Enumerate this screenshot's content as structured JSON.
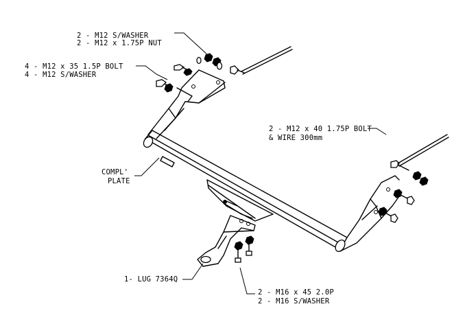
{
  "labels": {
    "top_nut_line1": "2 - M12 S/WASHER",
    "top_nut_line2": "2 - M12 x 1.75P NUT",
    "left_bolt_line1": "4 - M12 x 35 1.5P BOLT",
    "left_bolt_line2": "4 - M12 S/WASHER",
    "right_bolt_line1": "2 - M12 x 40 1.75P BOLT",
    "right_bolt_line2": "& WIRE 300mm",
    "plate_line1": "COMPL'",
    "plate_line2": "PLATE",
    "lug": "1- LUG 7364Q",
    "bottom_bolt_line1": "2 - M16 x 45 2.0P",
    "bottom_bolt_line2": "2 - M16 S/WASHER"
  },
  "colors": {
    "ink": "#000000",
    "paper": "#ffffff"
  }
}
